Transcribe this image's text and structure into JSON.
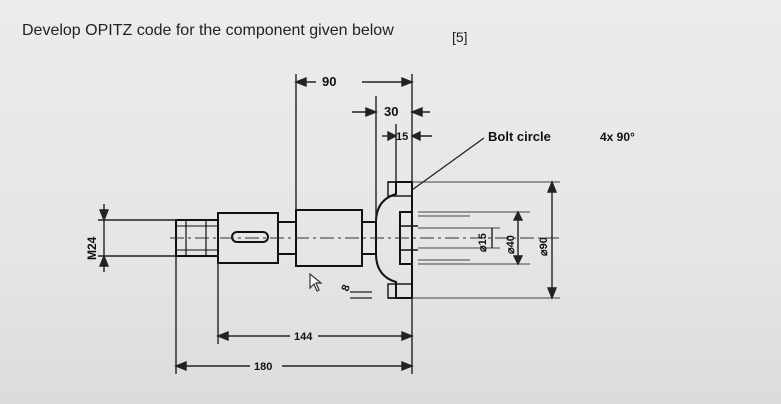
{
  "question": {
    "text": "Develop OPITZ code for the component given below",
    "marks": "[5]"
  },
  "drawing": {
    "dims": {
      "d90": "90",
      "d30": "30",
      "d15": "15",
      "d144": "144",
      "d180": "180",
      "m24": "M24",
      "d8": "8",
      "dia15": "⌀15",
      "dia40": "⌀40",
      "dia90": "⌀90"
    },
    "bolt_label": "Bolt circle",
    "bolt_spec": "4x 90°"
  }
}
